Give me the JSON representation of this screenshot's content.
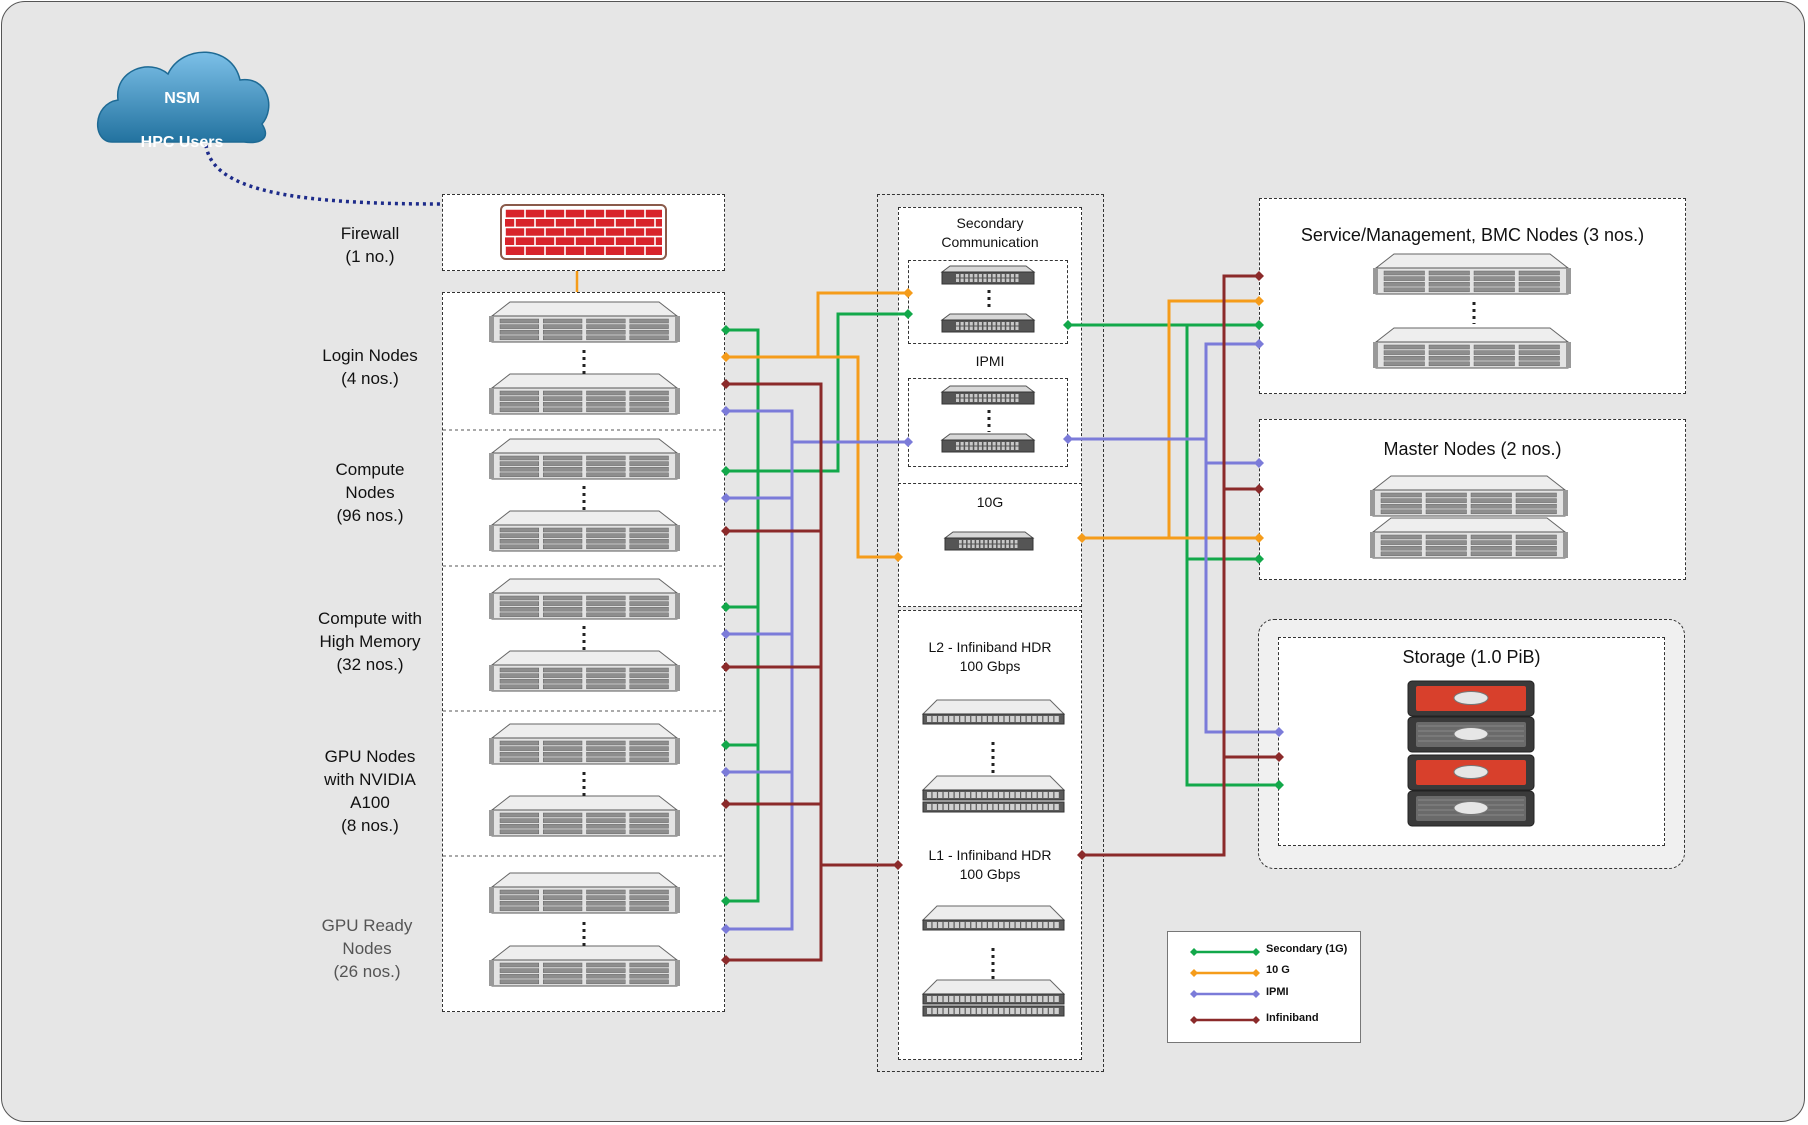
{
  "cloud": {
    "line1": "NSM",
    "line2": "HPC Users"
  },
  "firewall": {
    "label": "Firewall\n(1 no.)"
  },
  "groups": [
    {
      "label": "Login Nodes\n(4 nos.)"
    },
    {
      "label": "Compute\nNodes\n(96 nos.)"
    },
    {
      "label": "Compute with\nHigh Memory\n(32 nos.)"
    },
    {
      "label": "GPU Nodes\nwith NVIDIA\nA100\n(8 nos.)"
    },
    {
      "label": "GPU Ready\nNodes\n(26 nos.)"
    }
  ],
  "switches": {
    "secondary": "Secondary\nCommunication",
    "ipmi": "IPMI",
    "tengig": "10G",
    "l2": "L2 - Infiniband HDR\n100 Gbps",
    "l1": "L1 - Infiniband HDR\n100 Gbps"
  },
  "right": {
    "service": "Service/Management, BMC Nodes (3 nos.)",
    "master": "Master Nodes (2 nos.)",
    "storage": "Storage (1.0 PiB)"
  },
  "legend": [
    {
      "label": "Secondary (1G)",
      "color": "#12a84a"
    },
    {
      "label": "10 G",
      "color": "#f59c1a"
    },
    {
      "label": "IPMI",
      "color": "#7b7bd9"
    },
    {
      "label": "Infiniband",
      "color": "#8b2a2a"
    }
  ],
  "colors": {
    "green": "#12a84a",
    "orange": "#f59c1a",
    "purple": "#7b7bd9",
    "maroon": "#8b2a2a",
    "cloud": "#3a8bbf",
    "firewall": "#d8242b"
  }
}
